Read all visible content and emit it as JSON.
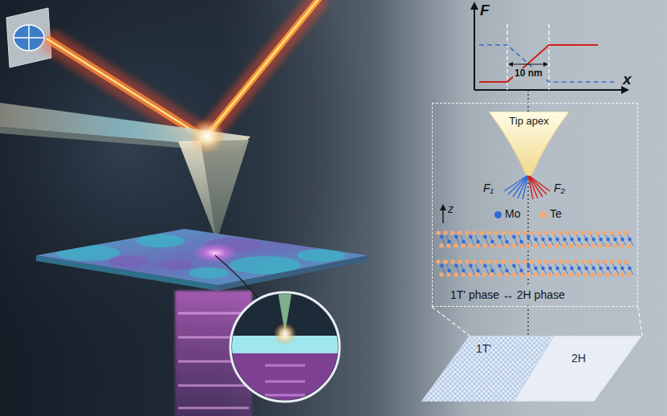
{
  "diagram": {
    "nodes": [
      {
        "text": [
          "1T' phase ↔ 2H phase"
        ]
      },
      {
        "text": [
          "Tip apex"
        ],
        "in": 0
      },
      {
        "text": [
          "1T'"
        ]
      },
      {
        "text": [
          "2H"
        ]
      }
    ],
    "labels": [
      "F",
      "x",
      "10 nm",
      "F₁",
      "F₂",
      "z"
    ],
    "legend": [
      {
        "text": "Mo",
        "color": "#2f6bd6"
      },
      {
        "text": "Te",
        "color": "#f2a877"
      }
    ]
  }
}
